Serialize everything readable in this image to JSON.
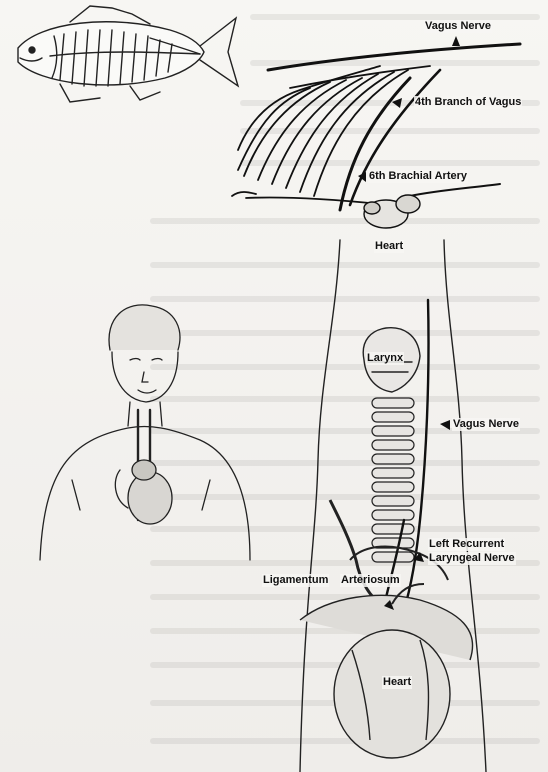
{
  "fish_diagram": {
    "label_vagus_nerve": "Vagus Nerve",
    "label_4th_branch": "4th Branch of Vagus",
    "label_6th_brachial": "6th Brachial Artery",
    "label_heart": "Heart"
  },
  "human_diagram": {
    "label_larynx": "Larynx",
    "label_vagus_nerve": "Vagus Nerve",
    "label_left_recurrent_1": "Left Recurrent",
    "label_left_recurrent_2": "Laryngeal Nerve",
    "label_ligamentum": "Ligamentum",
    "label_arteriosum": "Arteriosum",
    "label_heart": "Heart"
  },
  "colors": {
    "ink": "#111111",
    "paper": "#f3f1ee"
  },
  "icons": [
    "fish-drawing",
    "human-figure-drawing",
    "larynx-heart-drawing"
  ]
}
